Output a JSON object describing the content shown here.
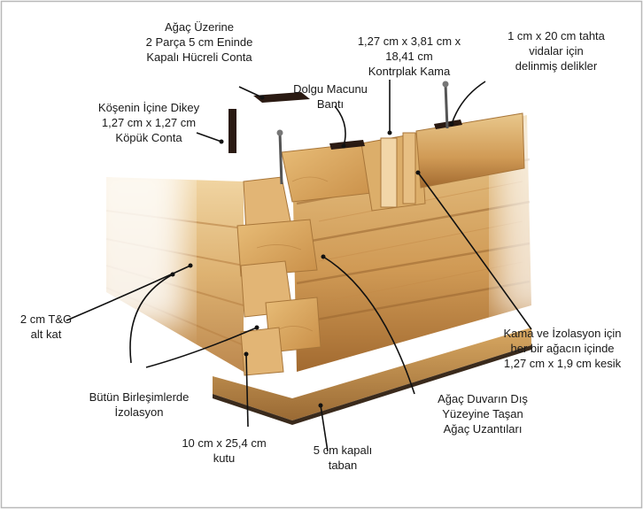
{
  "labels": {
    "top_wood_gasket": [
      "Ağaç Üzerine",
      "2 Parça 5 cm Eninde",
      "Kapalı Hücreli Conta"
    ],
    "corner_foam_gasket": [
      "Köşenin İçine Dikey",
      "1,27 cm x 1,27 cm",
      "Köpük Conta"
    ],
    "putty_tape": [
      "Dolgu Macunu",
      "Bantı"
    ],
    "plywood_spline": [
      "1,27 cm x 3,81 cm x",
      "18,41 cm",
      "Kontrplak Kama"
    ],
    "bolt_holes": [
      "1 cm x 20 cm tahta",
      "vidalar için",
      "delinmiş delikler"
    ],
    "tg_subfloor": [
      "2 cm T&G",
      "alt kat"
    ],
    "insulation_all_joints": [
      "Bütün Birleşimlerde",
      "İzolasyon"
    ],
    "spline_cut": [
      "Kama ve İzolasyon için",
      "her bir ağacın içinde",
      "1,27 cm x 1,9 cm kesik"
    ],
    "log_extensions": [
      "Ağaç Duvarın Dış",
      "Yüzeyine Taşan",
      "Ağaç Uzantıları"
    ],
    "box_beam": [
      "10 cm x 25,4 cm",
      "kutu"
    ],
    "closed_floor": [
      "5 cm kapalı",
      "taban"
    ]
  },
  "colors": {
    "wood_light": "#e8c48a",
    "wood_mid": "#d4a460",
    "wood_dark": "#a8763a",
    "end_grain": "#deb06c",
    "gasket": "#2a1a12",
    "leader": "#111111",
    "frame": "#b8b8b8"
  }
}
